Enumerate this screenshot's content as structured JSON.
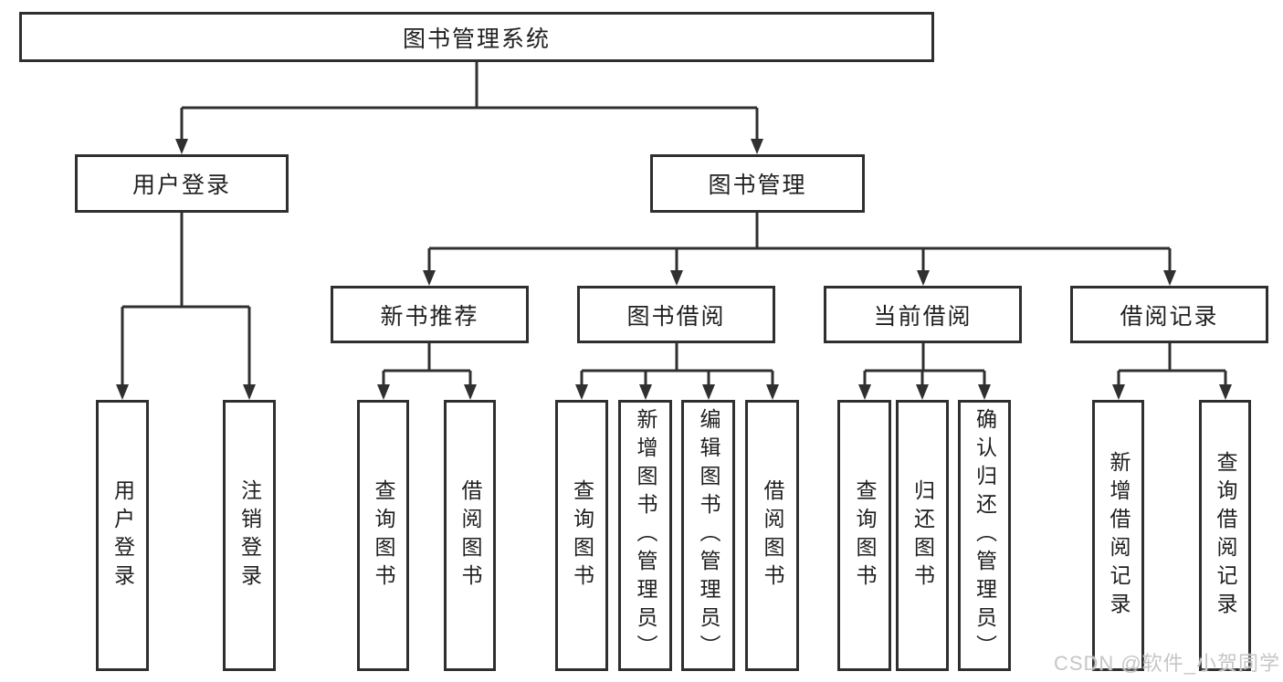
{
  "tree": {
    "label": "图书管理系统",
    "children": [
      {
        "label": "用户登录",
        "children": [
          {
            "label": "用户登录"
          },
          {
            "label": "注销登录"
          }
        ]
      },
      {
        "label": "图书管理",
        "children": [
          {
            "label": "新书推荐",
            "children": [
              {
                "label": "查询图书"
              },
              {
                "label": "借阅图书"
              }
            ]
          },
          {
            "label": "图书借阅",
            "children": [
              {
                "label": "查询图书"
              },
              {
                "label": "新增图书（管理员）"
              },
              {
                "label": "编辑图书（管理员）"
              },
              {
                "label": "借阅图书"
              }
            ]
          },
          {
            "label": "当前借阅",
            "children": [
              {
                "label": "查询图书"
              },
              {
                "label": "归还图书"
              },
              {
                "label": "确认归还（管理员）"
              }
            ]
          },
          {
            "label": "借阅记录",
            "children": [
              {
                "label": "新增借阅记录"
              },
              {
                "label": "查询借阅记录"
              }
            ]
          }
        ]
      }
    ]
  },
  "watermark": {
    "text": "CSDN @软件_小贺同学"
  },
  "colors": {
    "line": "#303030",
    "box_border": "#2f2f2f",
    "text": "#1f1f1f",
    "watermark": "#c6c6c6",
    "background": "#ffffff"
  }
}
